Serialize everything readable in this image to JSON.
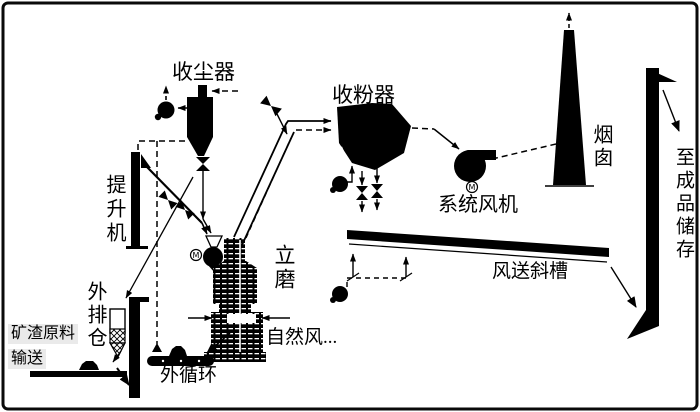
{
  "labels": {
    "dust_collector": "收尘器",
    "powder_collector": "收粉器",
    "elevator": "提升机",
    "system_fan": "系统风机",
    "chimney": "烟囱",
    "to_product_storage": "至成品储存",
    "air_chute": "风送斜槽",
    "vertical_mill": "立磨",
    "natural_air": "自然风...",
    "external_discharge_bin": "外排仓",
    "external_circulation": "外循环",
    "raw_material_line1": "矿渣原料",
    "raw_material_line2": "输送",
    "motor_symbol": "M"
  },
  "colors": {
    "ink": "#000000",
    "background": "#ffffff",
    "label_highlight": "#eaeaea"
  }
}
